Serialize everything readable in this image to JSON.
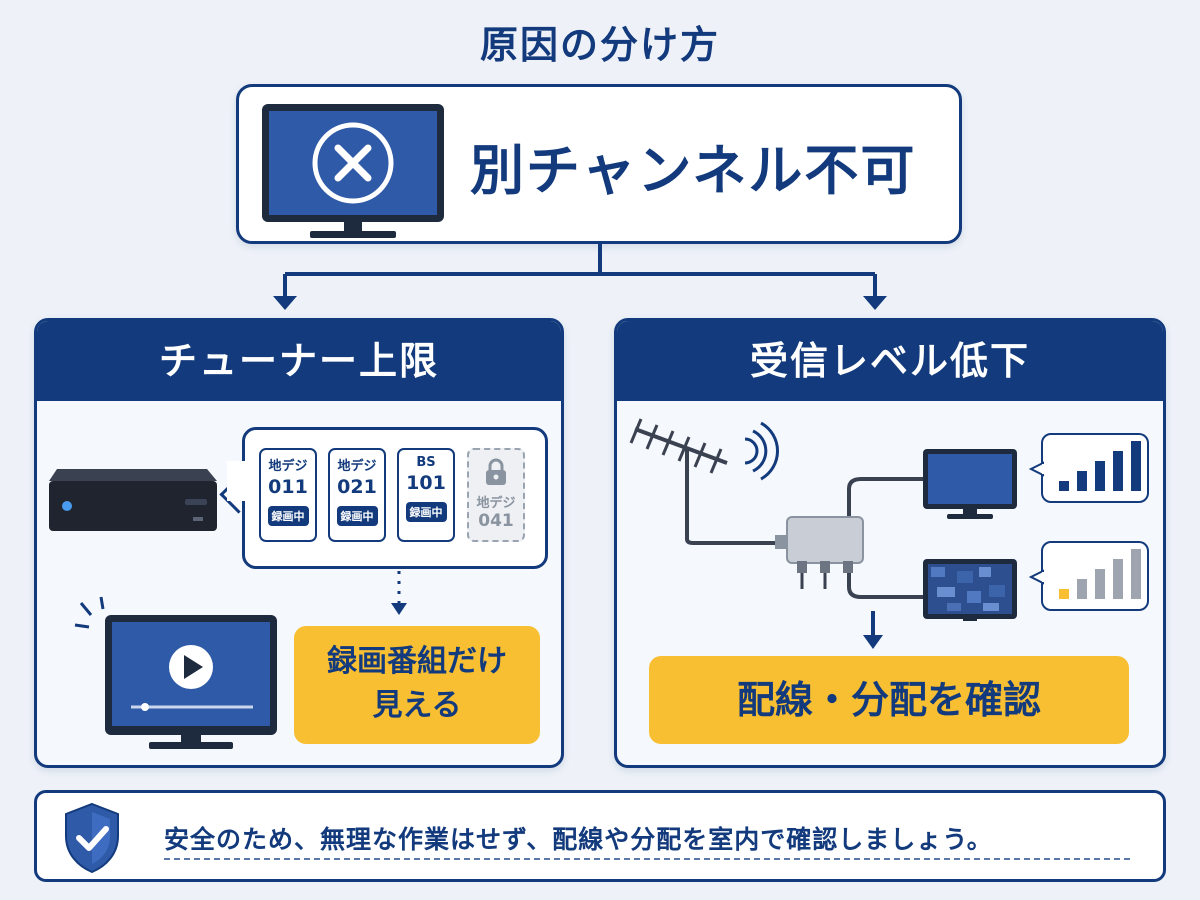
{
  "title": "原因の分け方",
  "top": {
    "label": "別チャンネル不可",
    "icon": "tv-x-icon"
  },
  "left": {
    "heading": "チューナー上限",
    "tuners": [
      {
        "type": "地デジ",
        "channel": "011",
        "badge": "録画中"
      },
      {
        "type": "地デジ",
        "channel": "021",
        "badge": "録画中"
      },
      {
        "type": "BS",
        "channel": "101",
        "badge": "録画中"
      },
      {
        "type": "地デジ",
        "channel": "041",
        "locked": true
      }
    ],
    "result_line1": "録画番組だけ",
    "result_line2": "見える"
  },
  "right": {
    "heading": "受信レベル低下",
    "result": "配線・分配を確認",
    "signal_good": "strong",
    "signal_bad": "weak"
  },
  "notice": {
    "text": "安全のため、無理な作業はせず、配線や分配を室内で確認しましょう。",
    "icon": "shield-check-icon"
  },
  "colors": {
    "navy": "#123a7c",
    "accent": "#f9bf33",
    "screen": "#2f5aa8"
  }
}
